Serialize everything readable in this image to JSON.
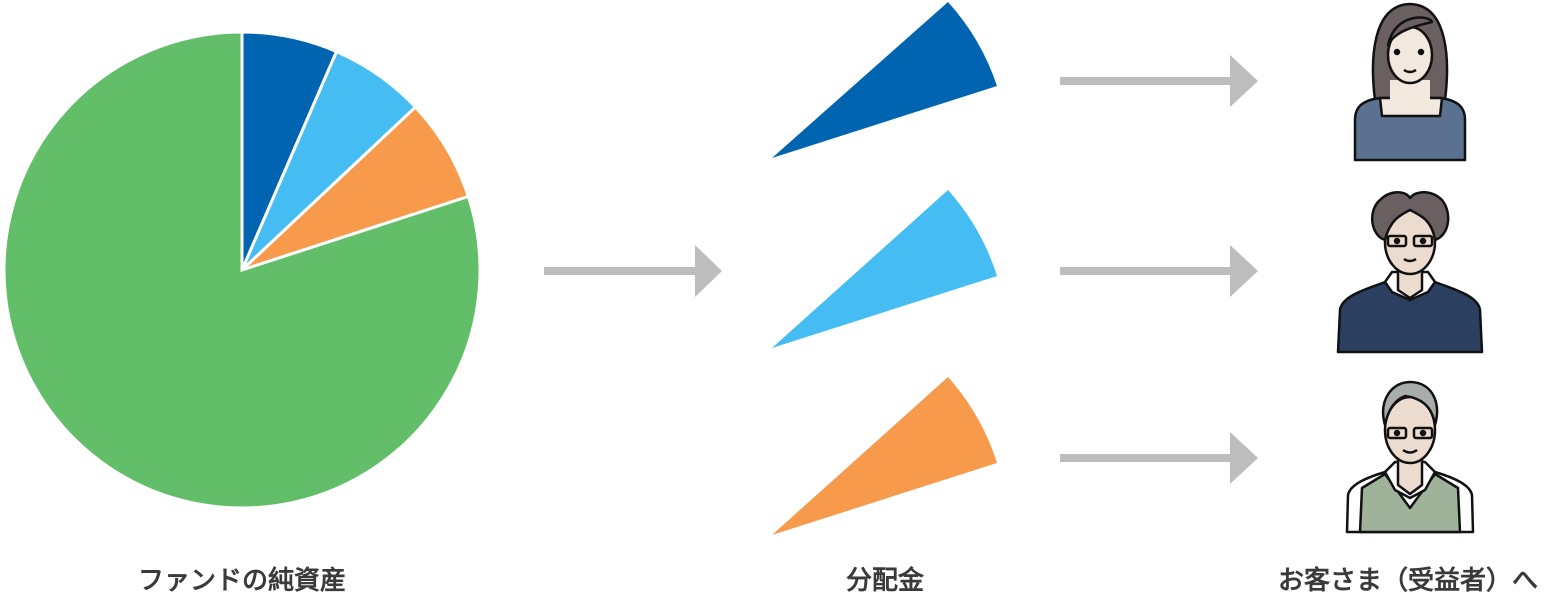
{
  "pie": {
    "label": "ファンドの純資産",
    "slices": [
      {
        "name": "distribution-1",
        "fraction": 0.065,
        "color": "#0064b0"
      },
      {
        "name": "distribution-2",
        "fraction": 0.065,
        "color": "#45bdf2"
      },
      {
        "name": "distribution-3",
        "fraction": 0.07,
        "color": "#f79a4b"
      },
      {
        "name": "remaining",
        "fraction": 0.8,
        "color": "#62be68"
      }
    ]
  },
  "distribution": {
    "label": "分配金"
  },
  "recipients": {
    "label": "お客さま（受益者）へ"
  },
  "colors": {
    "arrow": "#bdbdbd",
    "text": "#3a3a3a"
  }
}
